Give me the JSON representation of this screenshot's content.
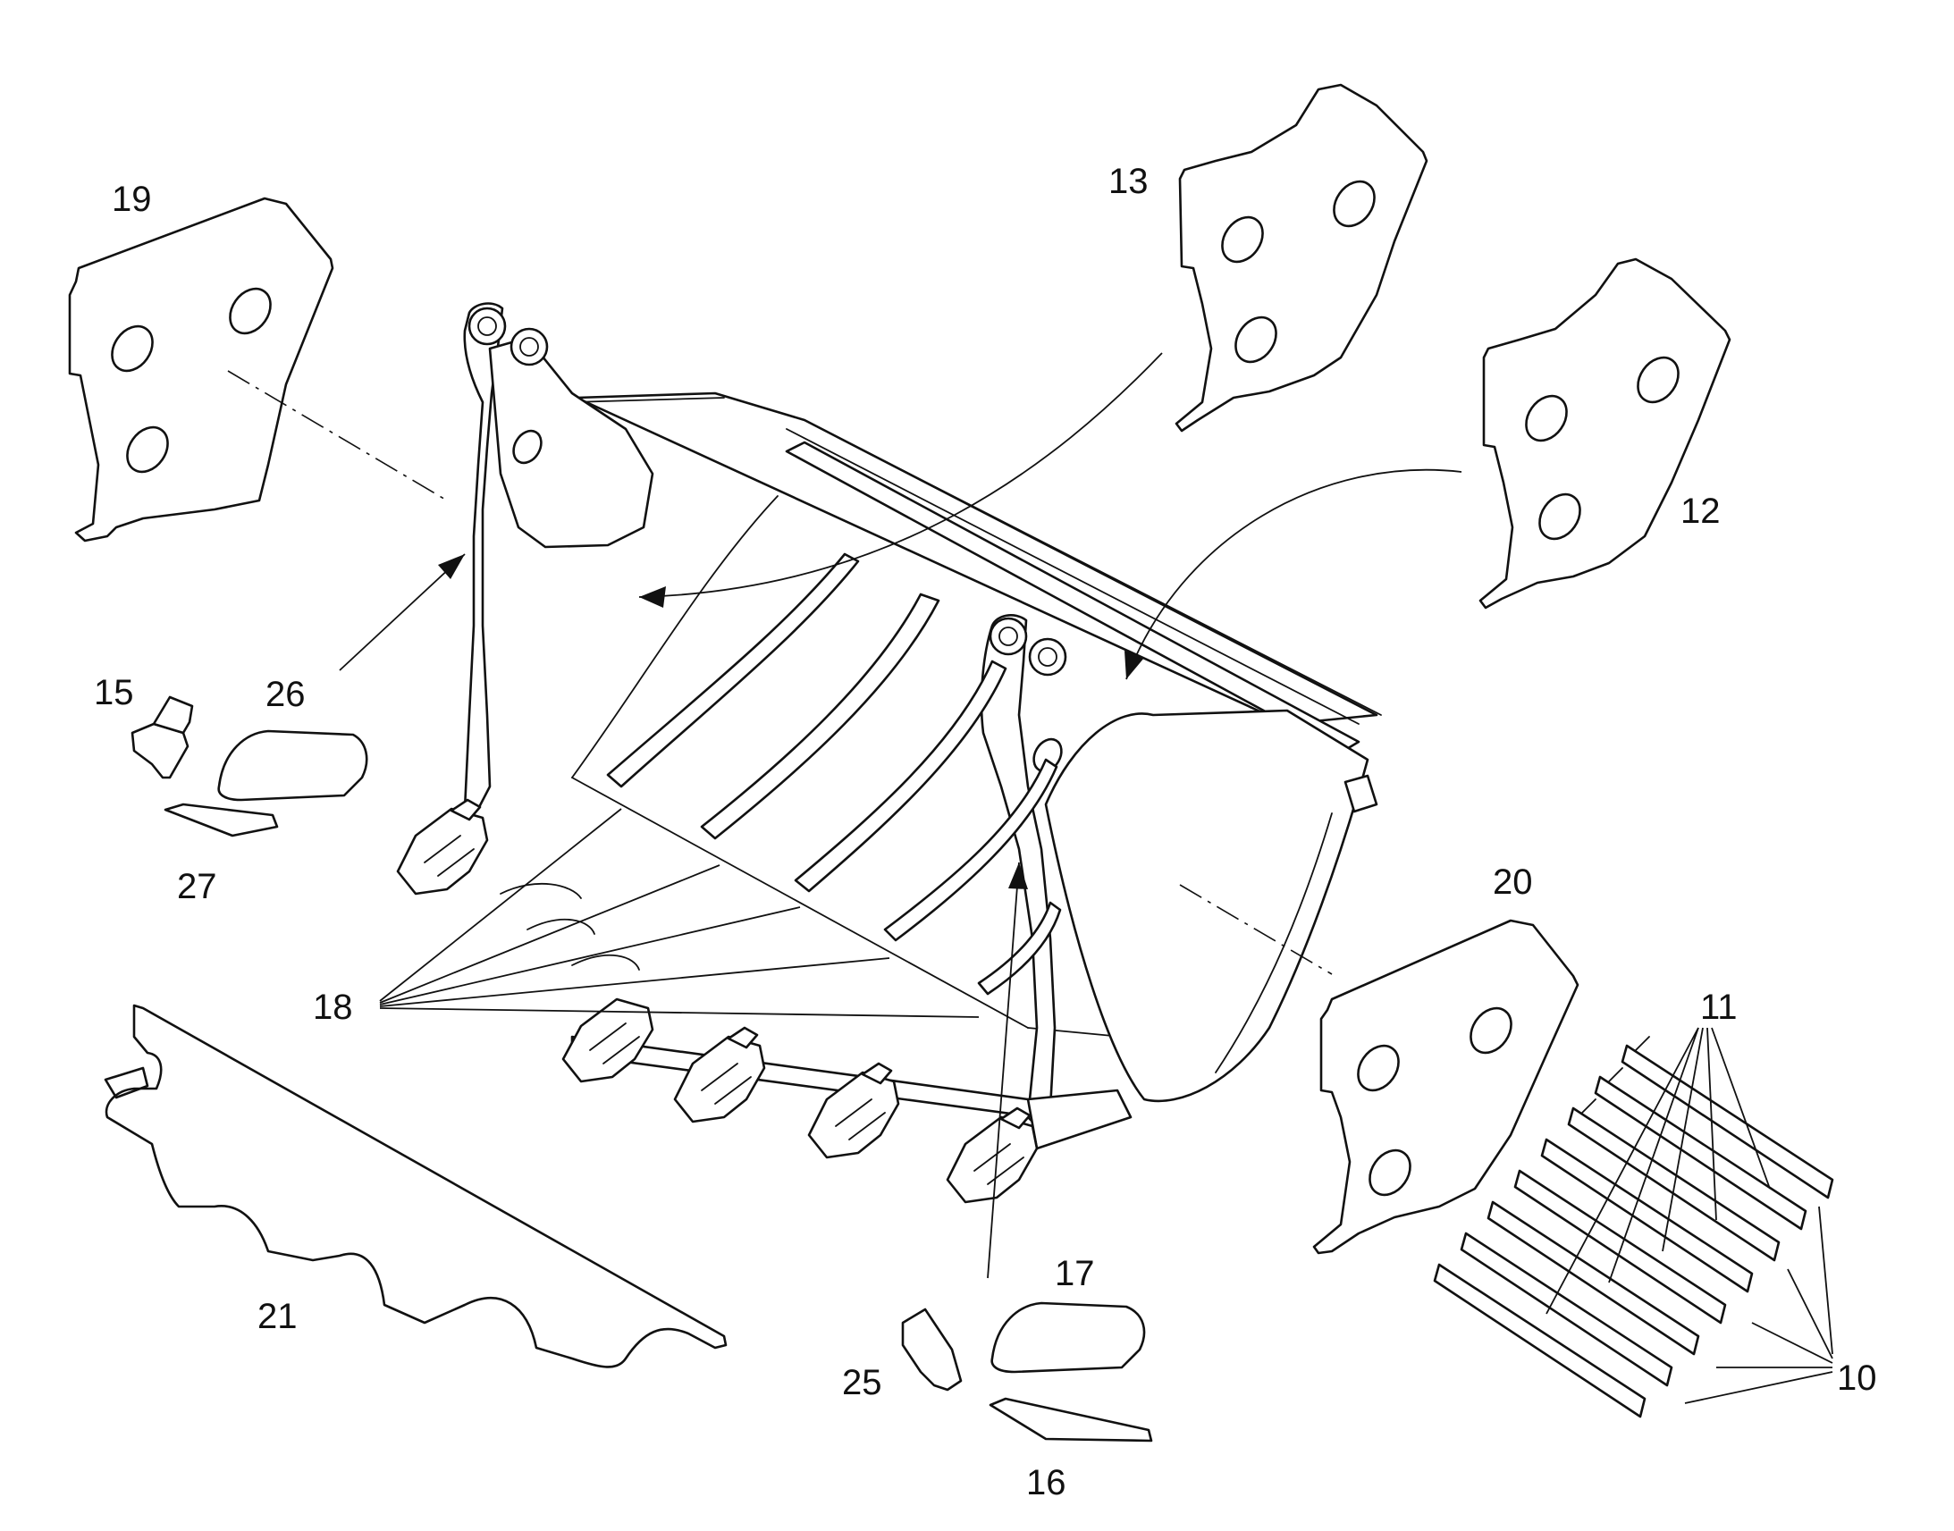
{
  "diagram": {
    "callouts": [
      {
        "id": "c19",
        "text": "19"
      },
      {
        "id": "c13",
        "text": "13"
      },
      {
        "id": "c12",
        "text": "12"
      },
      {
        "id": "c15",
        "text": "15"
      },
      {
        "id": "c26",
        "text": "26"
      },
      {
        "id": "c27",
        "text": "27"
      },
      {
        "id": "c18",
        "text": "18"
      },
      {
        "id": "c21",
        "text": "21"
      },
      {
        "id": "c20",
        "text": "20"
      },
      {
        "id": "c11",
        "text": "11"
      },
      {
        "id": "c10",
        "text": "10"
      },
      {
        "id": "c17",
        "text": "17"
      },
      {
        "id": "c25",
        "text": "25"
      },
      {
        "id": "c16",
        "text": "16"
      }
    ]
  }
}
